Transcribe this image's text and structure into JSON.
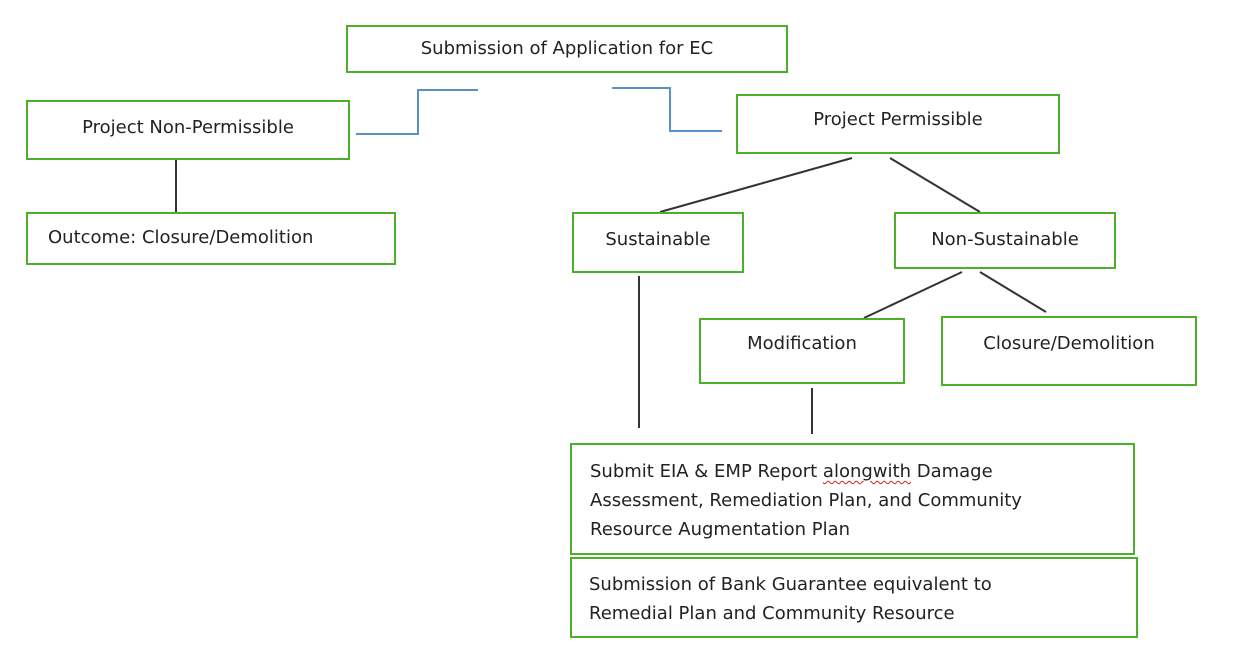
{
  "diagram": {
    "nodes": {
      "submission": "Submission of Application for EC",
      "non_permissible": "Project Non-Permissible",
      "outcome": "Outcome: Closure/Demolition",
      "permissible": "Project Permissible",
      "sustainable": "Sustainable",
      "non_sustainable": "Non-Sustainable",
      "modification": "Modification",
      "closure": "Closure/Demolition",
      "eia_report": {
        "line1_before": "Submit EIA & EMP Report ",
        "line1_word": "alongwith",
        "line1_after": " Damage",
        "line2": "Assessment, Remediation Plan, and Community",
        "line3": "Resource Augmentation Plan"
      },
      "bank_guarantee": {
        "line1": "Submission of Bank Guarantee equivalent to",
        "line2": "Remedial Plan and Community Resource"
      }
    },
    "colors": {
      "box_border": "#4caf2a",
      "connector_black": "#333333",
      "connector_blue": "#5b8fc7"
    }
  }
}
